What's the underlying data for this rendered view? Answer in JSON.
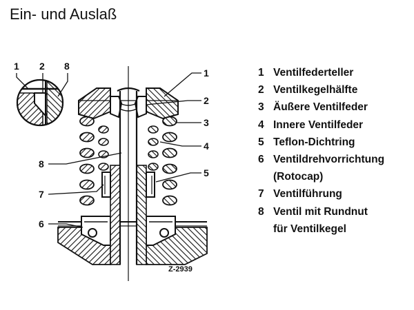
{
  "title": "Ein- und Auslaß",
  "figure_ref": "Z-2939",
  "callouts": [
    "1",
    "2",
    "8",
    "1",
    "2",
    "3",
    "4",
    "5",
    "6",
    "7",
    "8"
  ],
  "legend": [
    {
      "num": "1",
      "lines": [
        "Ventilfederteller"
      ]
    },
    {
      "num": "2",
      "lines": [
        "Ventilkegelhälfte"
      ]
    },
    {
      "num": "3",
      "lines": [
        "Äußere Ventilfeder"
      ]
    },
    {
      "num": "4",
      "lines": [
        "Innere Ventilfeder"
      ]
    },
    {
      "num": "5",
      "lines": [
        "Teflon-Dichtring"
      ]
    },
    {
      "num": "6",
      "lines": [
        "Ventildrehvorrichtung",
        "(Rotocap)"
      ]
    },
    {
      "num": "7",
      "lines": [
        "Ventilführung"
      ]
    },
    {
      "num": "8",
      "lines": [
        "Ventil mit Rundnut",
        "für Ventilkegel"
      ]
    }
  ]
}
